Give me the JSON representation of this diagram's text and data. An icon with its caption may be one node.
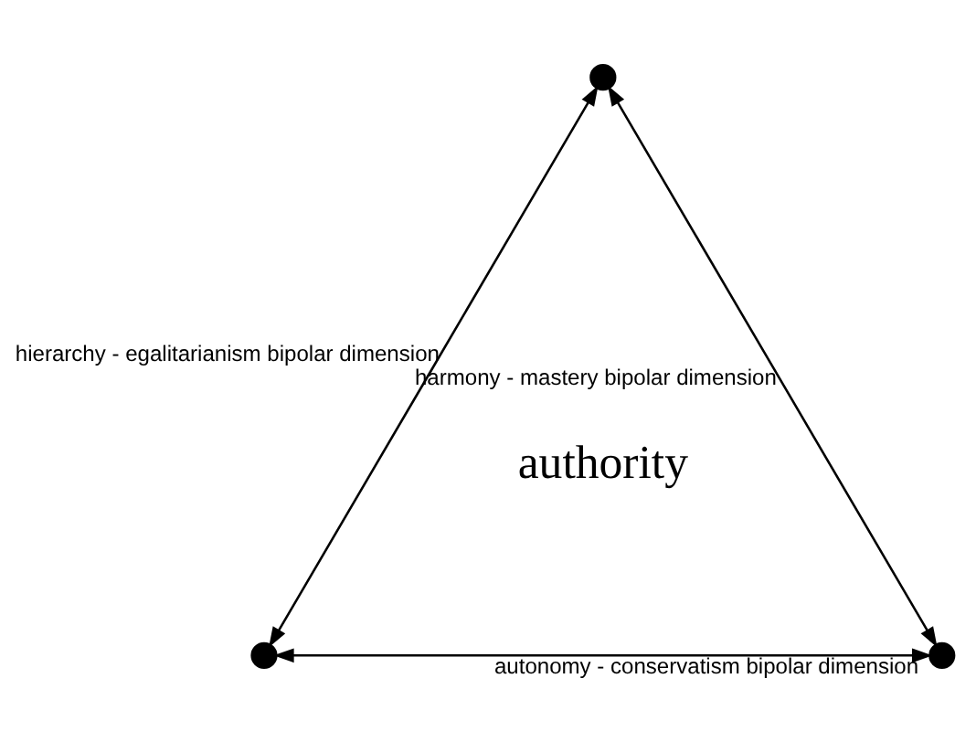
{
  "diagram": {
    "nodes": [
      {
        "text": [],
        "shape": "circle"
      },
      {
        "text": [],
        "shape": "circle"
      },
      {
        "text": [],
        "shape": "circle"
      }
    ],
    "edges": [
      {
        "from": 0,
        "to": 1,
        "arrow": "both",
        "label": "autonomy - conservatism bipolar dimension"
      },
      {
        "from": 0,
        "to": 2,
        "arrow": "both",
        "label": "hierarchy - egalitarianism bipolar dimension"
      },
      {
        "from": 1,
        "to": 2,
        "arrow": "both",
        "label": "harmony - mastery bipolar dimension"
      }
    ],
    "labels": [
      "authority"
    ]
  }
}
